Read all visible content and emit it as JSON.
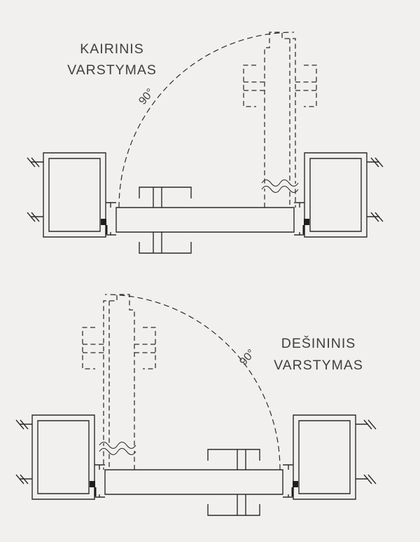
{
  "diagram": {
    "background_color": "#f1f0ee",
    "line_color": "#2b2b2b",
    "text_color": "#3f3f3f",
    "top": {
      "title_line1": "KAIRINIS",
      "title_line2": "VARSTYMAS",
      "angle_label": "90°"
    },
    "bottom": {
      "title_line1": "DEŠININIS",
      "title_line2": "VARSTYMAS",
      "angle_label": "90°"
    }
  }
}
